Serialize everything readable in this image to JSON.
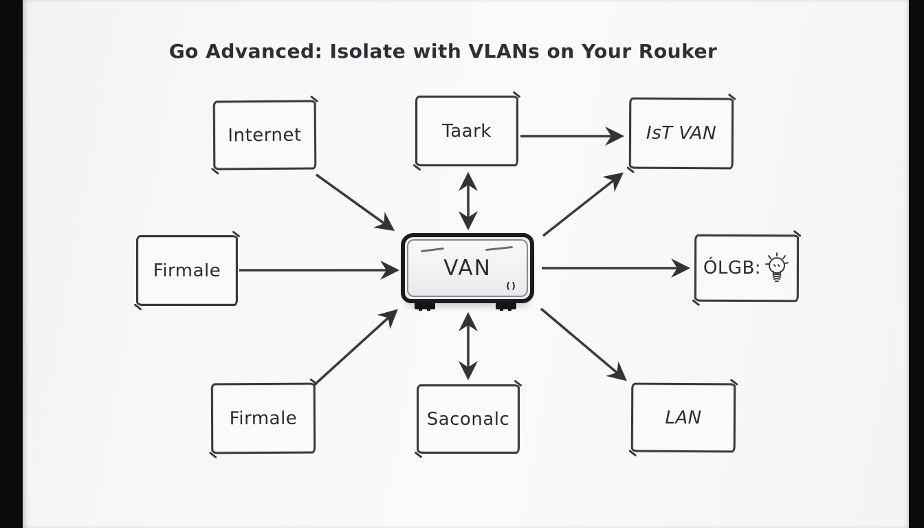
{
  "title": "Go Advanced: Isolate with VLANs on Your Rouker",
  "nodes": {
    "internet": {
      "label": "Internet"
    },
    "task": {
      "label": "Taark"
    },
    "ist_van": {
      "label": "IsT VAN"
    },
    "firewall_left": {
      "label": "Firmale"
    },
    "router": {
      "label": "VAN",
      "port_text": "()"
    },
    "olgb": {
      "label": "ÓLGB:"
    },
    "firewall_bottom": {
      "label": "Firmale"
    },
    "saconalc": {
      "label": "Saconalc"
    },
    "lan": {
      "label": "LAN"
    }
  },
  "icons": {
    "lightbulb": "lightbulb-doodle"
  },
  "connections": [
    {
      "from": "internet",
      "to": "router",
      "direction": "one-way"
    },
    {
      "from": "task",
      "to": "router",
      "direction": "two-way"
    },
    {
      "from": "task",
      "to": "ist_van",
      "direction": "one-way"
    },
    {
      "from": "router",
      "to": "ist_van",
      "direction": "one-way"
    },
    {
      "from": "firewall_left",
      "to": "router",
      "direction": "one-way"
    },
    {
      "from": "router",
      "to": "olgb",
      "direction": "one-way"
    },
    {
      "from": "firewall_bottom",
      "to": "router",
      "direction": "one-way"
    },
    {
      "from": "router",
      "to": "saconalc",
      "direction": "two-way"
    },
    {
      "from": "router",
      "to": "lan",
      "direction": "one-way"
    }
  ],
  "colors": {
    "ink": "#3a3a3e",
    "paper": "#f7f7f9",
    "background": "#0b0b0c",
    "router_border": "#1c1c1e"
  }
}
